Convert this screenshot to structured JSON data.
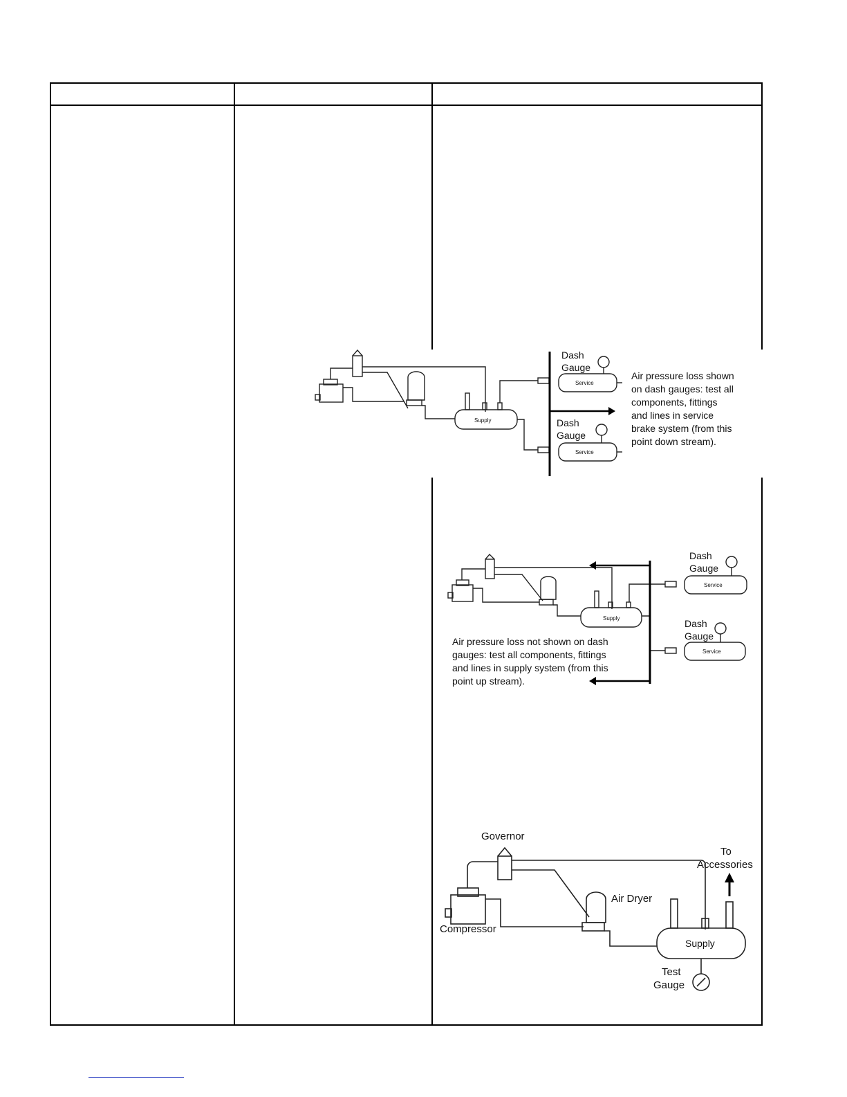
{
  "table": {
    "headers": [
      "",
      "",
      ""
    ]
  },
  "figures": {
    "service_test": {
      "dash_gauge_1": [
        "Dash",
        "Gauge"
      ],
      "dash_gauge_2": [
        "Dash",
        "Gauge"
      ],
      "tank_service": "Service",
      "tank_supply": "Supply",
      "caption": [
        "Air pressure loss shown",
        "on dash gauges: test all",
        "components, fittings",
        "and lines in service",
        "brake system (from this",
        "point down stream)."
      ]
    },
    "supply_test": {
      "dash_gauge_1": [
        "Dash",
        "Gauge"
      ],
      "dash_gauge_2": [
        "Dash",
        "Gauge"
      ],
      "tank_service": "Service",
      "tank_supply": "Supply",
      "caption": [
        "Air pressure loss not shown on dash",
        "gauges: test all components, fittings",
        "and lines in supply system (from this",
        "point up stream)."
      ]
    },
    "components": {
      "governor": "Governor",
      "to_accessories": [
        "To",
        "Accessories"
      ],
      "air_dryer": "Air Dryer",
      "compressor": "Compressor",
      "tank_supply": "Supply",
      "test_gauge": [
        "Test",
        "Gauge"
      ]
    }
  }
}
